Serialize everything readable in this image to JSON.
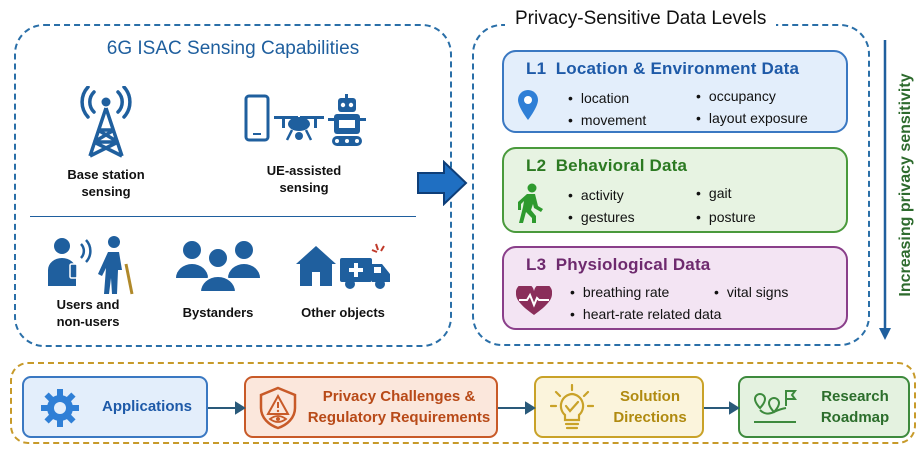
{
  "capabilities": {
    "title": "6G ISAC Sensing Capabilities",
    "items": [
      {
        "label": "Base station\nsensing",
        "icon": "cell-tower-icon"
      },
      {
        "label": "UE-assisted\nsensing",
        "icon": "phone-drone-robot-icon"
      },
      {
        "label": "Users and\nnon-users",
        "icon": "people-icon"
      },
      {
        "label": "Bystanders",
        "icon": "group-icon"
      },
      {
        "label": "Other objects",
        "icon": "house-ambulance-icon"
      }
    ]
  },
  "levels": {
    "title": "Privacy-Sensitive Data Levels",
    "side_label": "Increasing privacy sensitivity",
    "items": [
      {
        "code": "L1",
        "name": "Location & Environment Data",
        "icon": "location-pin-icon",
        "bullets": [
          "location",
          "occupancy",
          "movement",
          "layout exposure"
        ],
        "colors": {
          "fill": "#e3eefb",
          "border": "#3a78c2",
          "title": "#1e5aa8"
        }
      },
      {
        "code": "L2",
        "name": "Behavioral Data",
        "icon": "walking-person-icon",
        "bullets": [
          "activity",
          "gait",
          "gestures",
          "posture"
        ],
        "colors": {
          "fill": "#e7f3e2",
          "border": "#4a9a3c",
          "title": "#2c7a22"
        }
      },
      {
        "code": "L3",
        "name": "Physiological Data",
        "icon": "heart-pulse-icon",
        "bullets": [
          "breathing  rate",
          "vital signs",
          "heart-rate related data"
        ],
        "colors": {
          "fill": "#f3e4f3",
          "border": "#8a3f8a",
          "title": "#6e2a6e"
        }
      }
    ]
  },
  "pipeline": [
    {
      "label": "Applications",
      "icon": "gear-icon",
      "colors": {
        "fill": "#e3eefb",
        "border": "#3a78c2",
        "text": "#1e5aa8"
      }
    },
    {
      "label": "Privacy Challenges &\nRegulatory Requirements",
      "icon": "shield-eye-icon",
      "colors": {
        "fill": "#fbe7dc",
        "border": "#c85a28",
        "text": "#b84a18"
      }
    },
    {
      "label": "Solution\nDirections",
      "icon": "lightbulb-icon",
      "colors": {
        "fill": "#fbf4dc",
        "border": "#c9a228",
        "text": "#b08a10"
      }
    },
    {
      "label": "Research\nRoadmap",
      "icon": "roadmap-icon",
      "colors": {
        "fill": "#e4f2e0",
        "border": "#3d8a3d",
        "text": "#2c6e2c"
      }
    }
  ]
}
